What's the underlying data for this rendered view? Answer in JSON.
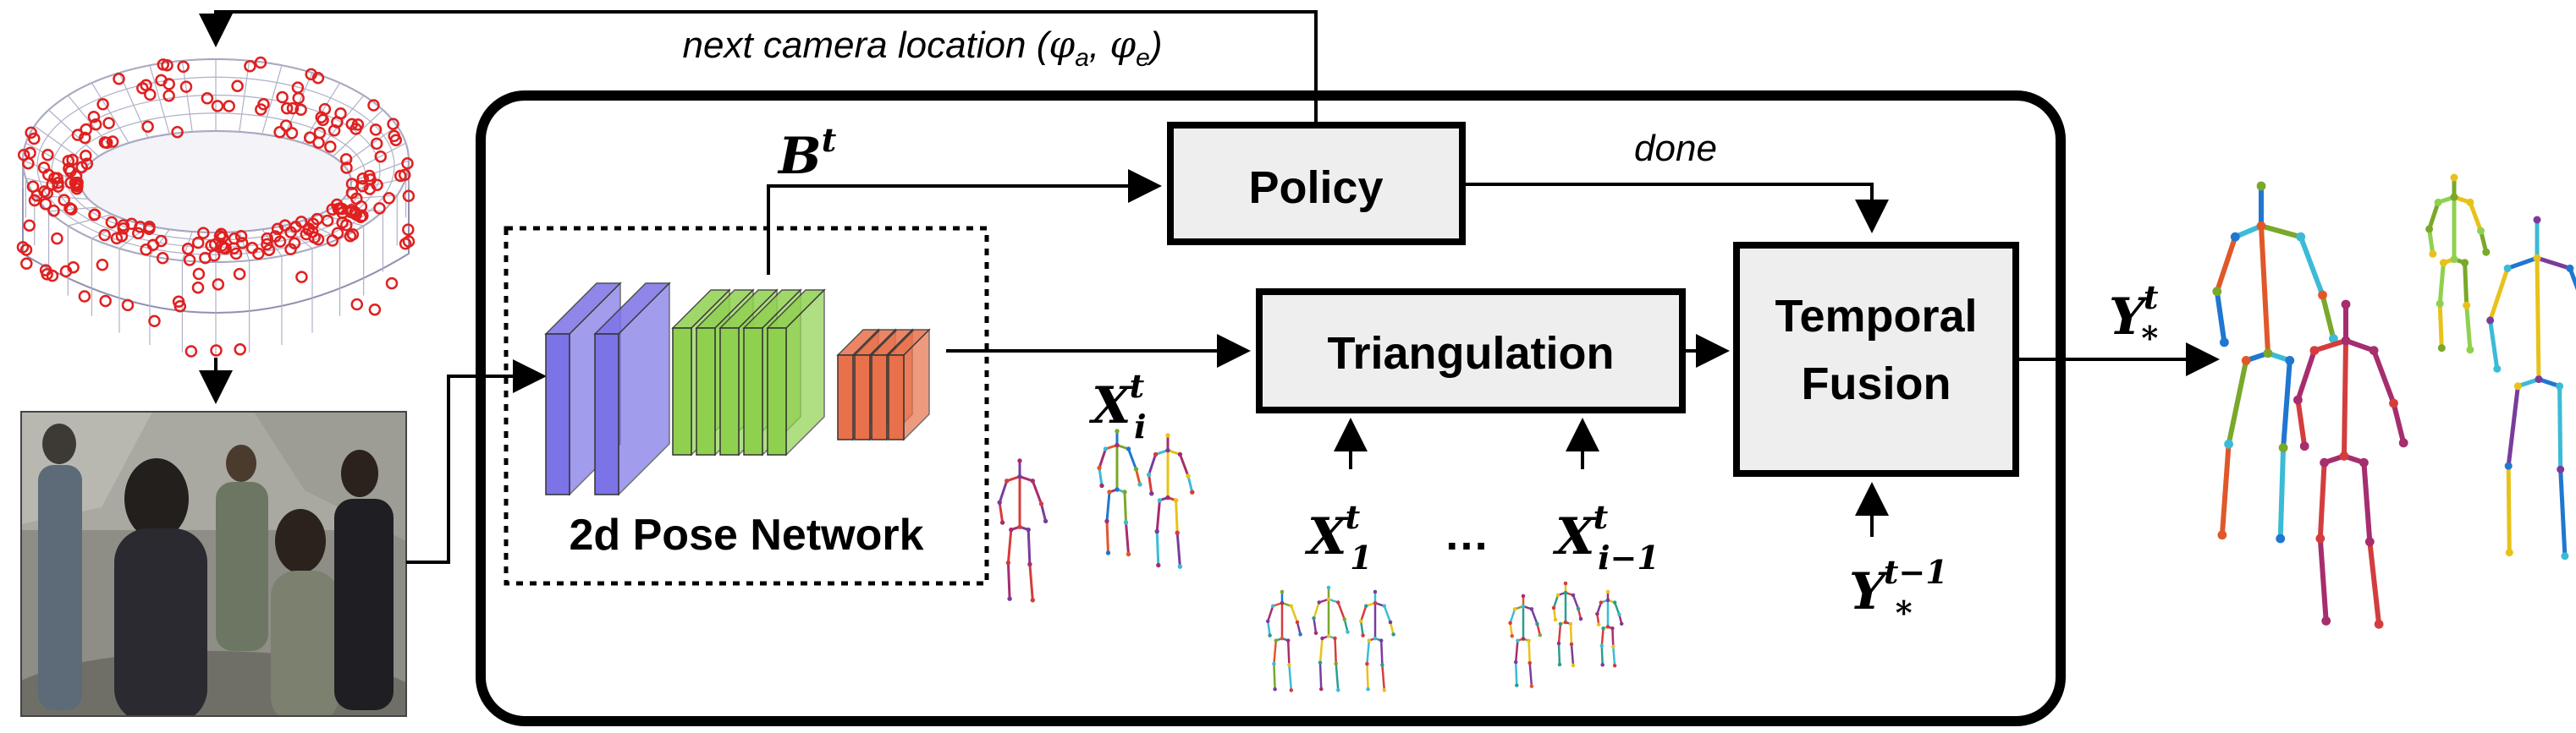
{
  "feedback_label": {
    "text": "next camera location (",
    "phi": "φ",
    "sub_a": "a",
    "comma": ", ",
    "sub_e": "e",
    "close": ")"
  },
  "pose_network": {
    "label": "2d Pose Network"
  },
  "policy": {
    "label": "Policy"
  },
  "triangulation": {
    "label": "Triangulation"
  },
  "temporal_fusion": {
    "line1": "Temporal",
    "line2": "Fusion"
  },
  "done_label": "done",
  "ellipsis": "…",
  "math": {
    "B": "B",
    "B_sup": "t",
    "Xi": "X",
    "Xi_sub": "i",
    "Xi_sup": "t",
    "X1": "X",
    "X1_sub": "1",
    "X1_sup": "t",
    "Xim1": "X",
    "Xim1_sub": "i−1",
    "Xim1_sup": "t",
    "Yout": "Y",
    "Yout_sub": "*",
    "Yout_sup": "t",
    "Yprev": "Y",
    "Yprev_sub": "*",
    "Yprev_sup": "t−1"
  },
  "colors": {
    "conv_blue": "#7b73e6",
    "conv_green": "#8fd14f",
    "conv_orange": "#e8704a",
    "box_fill": "#eeeeee",
    "stroke": "#000000",
    "marker_red": "#e02020"
  }
}
